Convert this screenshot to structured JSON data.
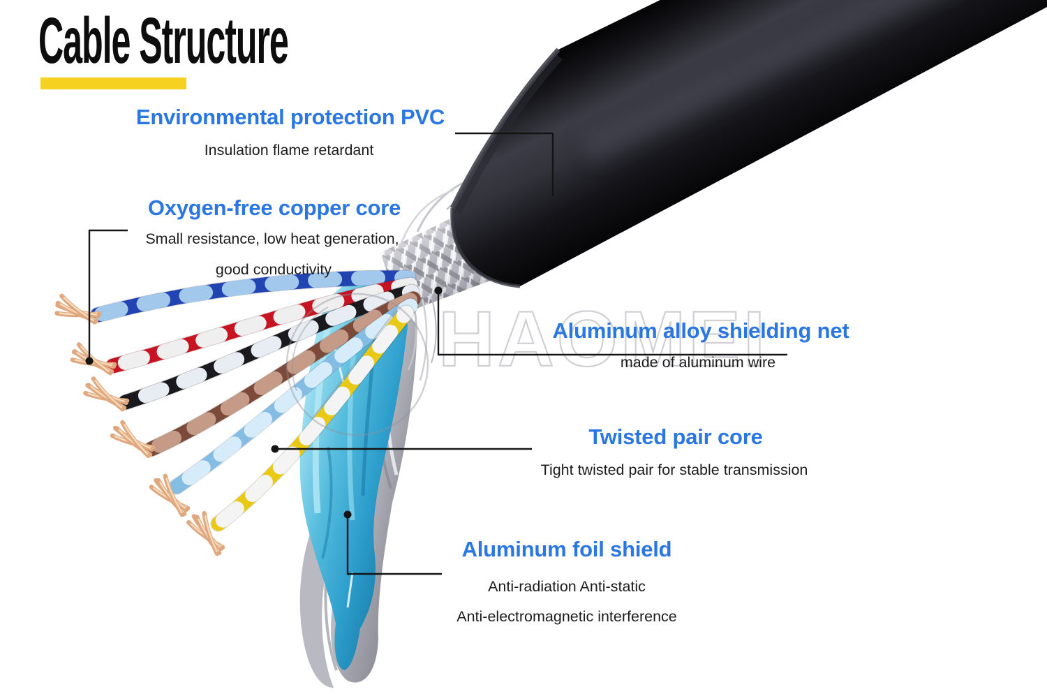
{
  "title": "Cable Structure",
  "watermark_text": "HAOMEI",
  "colors": {
    "accent_bar": "#f6d11f",
    "heading_blue": "#2a76e2",
    "body_text": "#1c1c1c",
    "title_color": "#0d0d0d",
    "leader_line": "#141414",
    "watermark": "#90909a",
    "jacket_black": "#17171c",
    "braid_silver": "#b4b4bd",
    "foil_cyan": "#3fb0d8",
    "foil_silver": "#c7c7cf",
    "copper": "#e0a87e",
    "copper_highlight": "#f6dcbd",
    "pair_blue": "#2243b2",
    "pair_blue_mate": "#a2c8ec",
    "pair_red": "#c81422",
    "pair_red_mate": "#efefef",
    "pair_black": "#1a1a1e",
    "pair_black_mate": "#e8edf4",
    "pair_brown": "#7c4a3a",
    "pair_brown_mate": "#c59b88",
    "pair_lightblue": "#85bce4",
    "pair_lightblue_mate": "#d6ecfa",
    "pair_yellow": "#e9c914",
    "pair_yellow_mate": "#f4f4f4"
  },
  "annotations": [
    {
      "heading": "Environmental protection PVC",
      "lines": [
        "Insulation flame retardant"
      ]
    },
    {
      "heading": "Oxygen-free copper core",
      "lines": [
        "Small resistance, low heat generation,",
        "good conductivity"
      ]
    },
    {
      "heading": "Aluminum alloy shielding net",
      "lines": [
        "made of aluminum wire"
      ]
    },
    {
      "heading": "Twisted pair core",
      "lines": [
        "Tight twisted pair for stable transmission"
      ]
    },
    {
      "heading": "Aluminum foil shield",
      "lines": [
        "Anti-radiation Anti-static",
        "Anti-electromagnetic interference"
      ]
    }
  ]
}
